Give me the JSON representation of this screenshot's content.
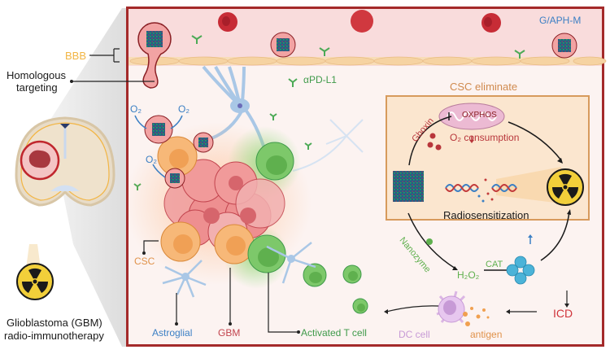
{
  "left_panel": {
    "bbb_label": "BBB",
    "homologous_targeting_label_line1": "Homologous",
    "homologous_targeting_label_line2": "targeting",
    "title_line1": "Glioblastoma (GBM)",
    "title_line2": "radio-immunotherapy",
    "icons": [
      "brain-cross-section-icon",
      "radiation-icon"
    ]
  },
  "main_panel": {
    "nanoparticle_label": "G/APH-M",
    "antibody_label": "αPD-L1",
    "oxygen_label": "O₂",
    "cell_labels": {
      "csc": "CSC",
      "astroglial": "Astroglial",
      "gbm": "GBM",
      "activated_t_cell": "Activated T cell",
      "dc_cell": "DC cell",
      "antigen": "antigen",
      "icd": "ICD"
    }
  },
  "csc_eliminate": {
    "title": "CSC eliminate",
    "gboxin_label": "Gboxin",
    "oxphos_label": "OXPHOS",
    "o2_consumption_label": "O₂ consumption",
    "radiosensitization_label": "Radiosensitization",
    "nanozyme_label": "Nanozyme",
    "h2o2_label": "H₂O₂",
    "cat_label": "CAT"
  },
  "colors": {
    "frame_red": "#a42a2a",
    "bbb_orange": "#f2b544",
    "blue_text": "#3b7fc4",
    "green_text": "#3f9a4a",
    "csc_orange": "#e0924a",
    "gbm_red": "#c2444e",
    "dc_purple": "#c79ad6",
    "icd_red": "#d0333a",
    "radiation_yellow": "#f2cf3a"
  }
}
